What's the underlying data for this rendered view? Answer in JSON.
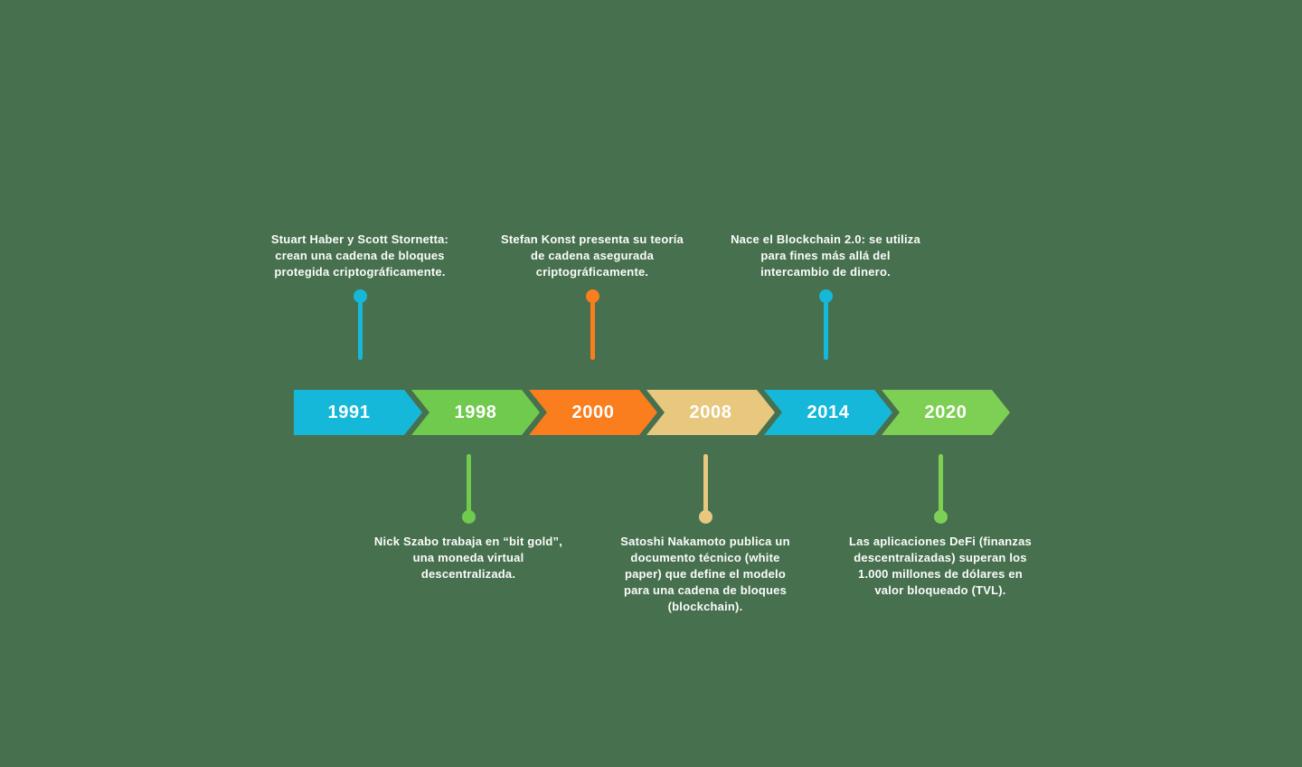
{
  "page": {
    "background": "#47704f",
    "text_color": "#ffffff"
  },
  "timeline": {
    "milestones": [
      {
        "year": "1991",
        "color": "#16b8d9",
        "side": "top",
        "lines": [
          "Stuart Haber y Scott Stornetta:",
          "crean una cadena de bloques",
          "protegida criptográficamente."
        ]
      },
      {
        "year": "1998",
        "color": "#6fca4e",
        "side": "bottom",
        "lines": [
          "Nick Szabo trabaja en “bit gold”,",
          "una moneda virtual",
          "descentralizada."
        ]
      },
      {
        "year": "2000",
        "color": "#fa7d1e",
        "side": "top",
        "lines": [
          "Stefan Konst presenta su teoría",
          "de cadena asegurada",
          "criptográficamente."
        ]
      },
      {
        "year": "2008",
        "color": "#e8c87e",
        "side": "bottom",
        "lines": [
          "Satoshi Nakamoto publica un",
          "documento técnico (white",
          "paper) que define el modelo",
          "para una cadena de bloques",
          "(blockchain)."
        ]
      },
      {
        "year": "2014",
        "color": "#16b8d9",
        "side": "top",
        "lines": [
          "Nace el Blockchain 2.0: se utiliza",
          "para fines más allá del",
          "intercambio de dinero."
        ]
      },
      {
        "year": "2020",
        "color": "#7dd054",
        "side": "bottom",
        "lines": [
          "Las aplicaciones DeFi (finanzas",
          "descentralizadas) superan los",
          "1.000 millones de dólares en",
          "valor bloqueado (TVL)."
        ]
      }
    ]
  }
}
